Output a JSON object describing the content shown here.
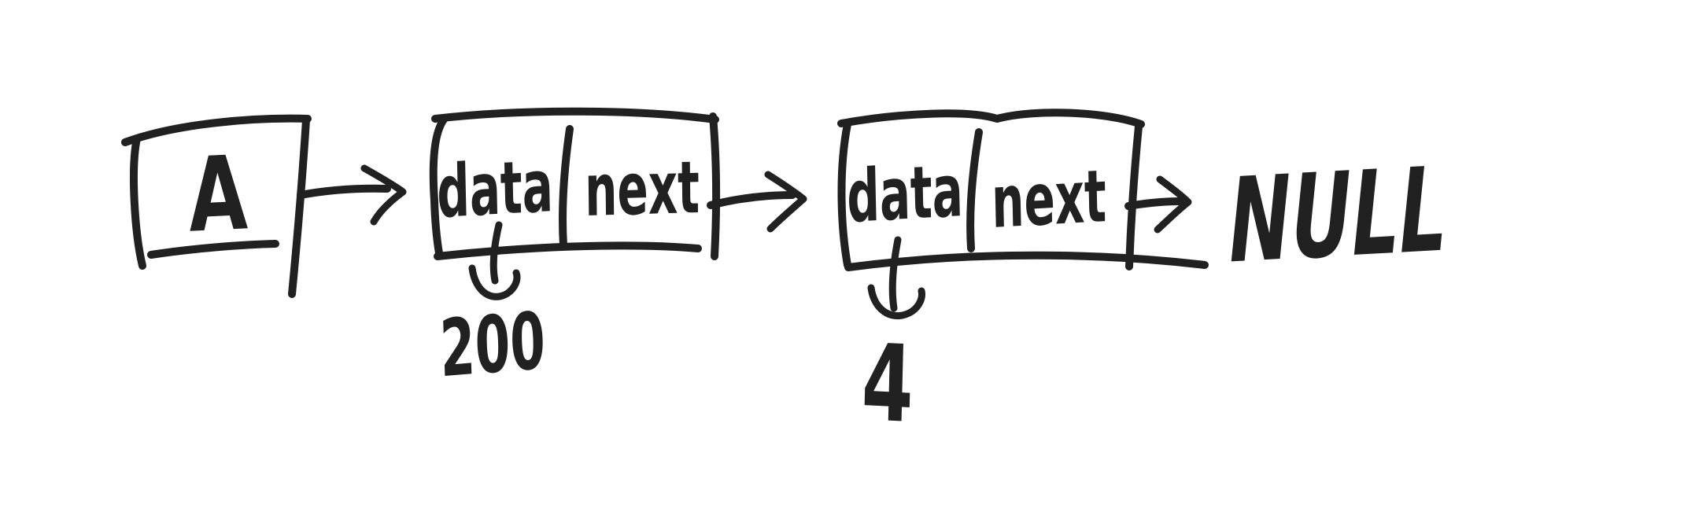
{
  "canvas": {
    "background": "#ffffff",
    "ink_color": "#212121"
  },
  "diagram": {
    "type": "linked-list-sketch",
    "head": {
      "label": "A"
    },
    "nodes": [
      {
        "fields": {
          "data": "data",
          "next": "next"
        },
        "value": "200"
      },
      {
        "fields": {
          "data": "data",
          "next": "next"
        },
        "value": "4"
      }
    ],
    "terminator_label": "NULL"
  }
}
